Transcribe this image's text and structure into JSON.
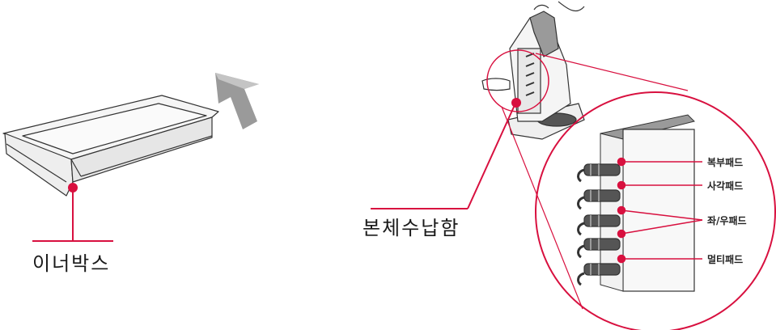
{
  "labels": {
    "inner_box": "이너박스",
    "storage_compartment": "본체수납함"
  },
  "pads": [
    {
      "id": "abdomen",
      "label": "복부패드"
    },
    {
      "id": "square",
      "label": "사각패드"
    },
    {
      "id": "left_right",
      "label": "좌/우패드"
    },
    {
      "id": "multi",
      "label": "멀티패드"
    }
  ],
  "colors": {
    "accent": "#d8103f",
    "line": "#333333",
    "panel_gray": "#9a9a9a",
    "box_light": "#f4f4f4"
  }
}
